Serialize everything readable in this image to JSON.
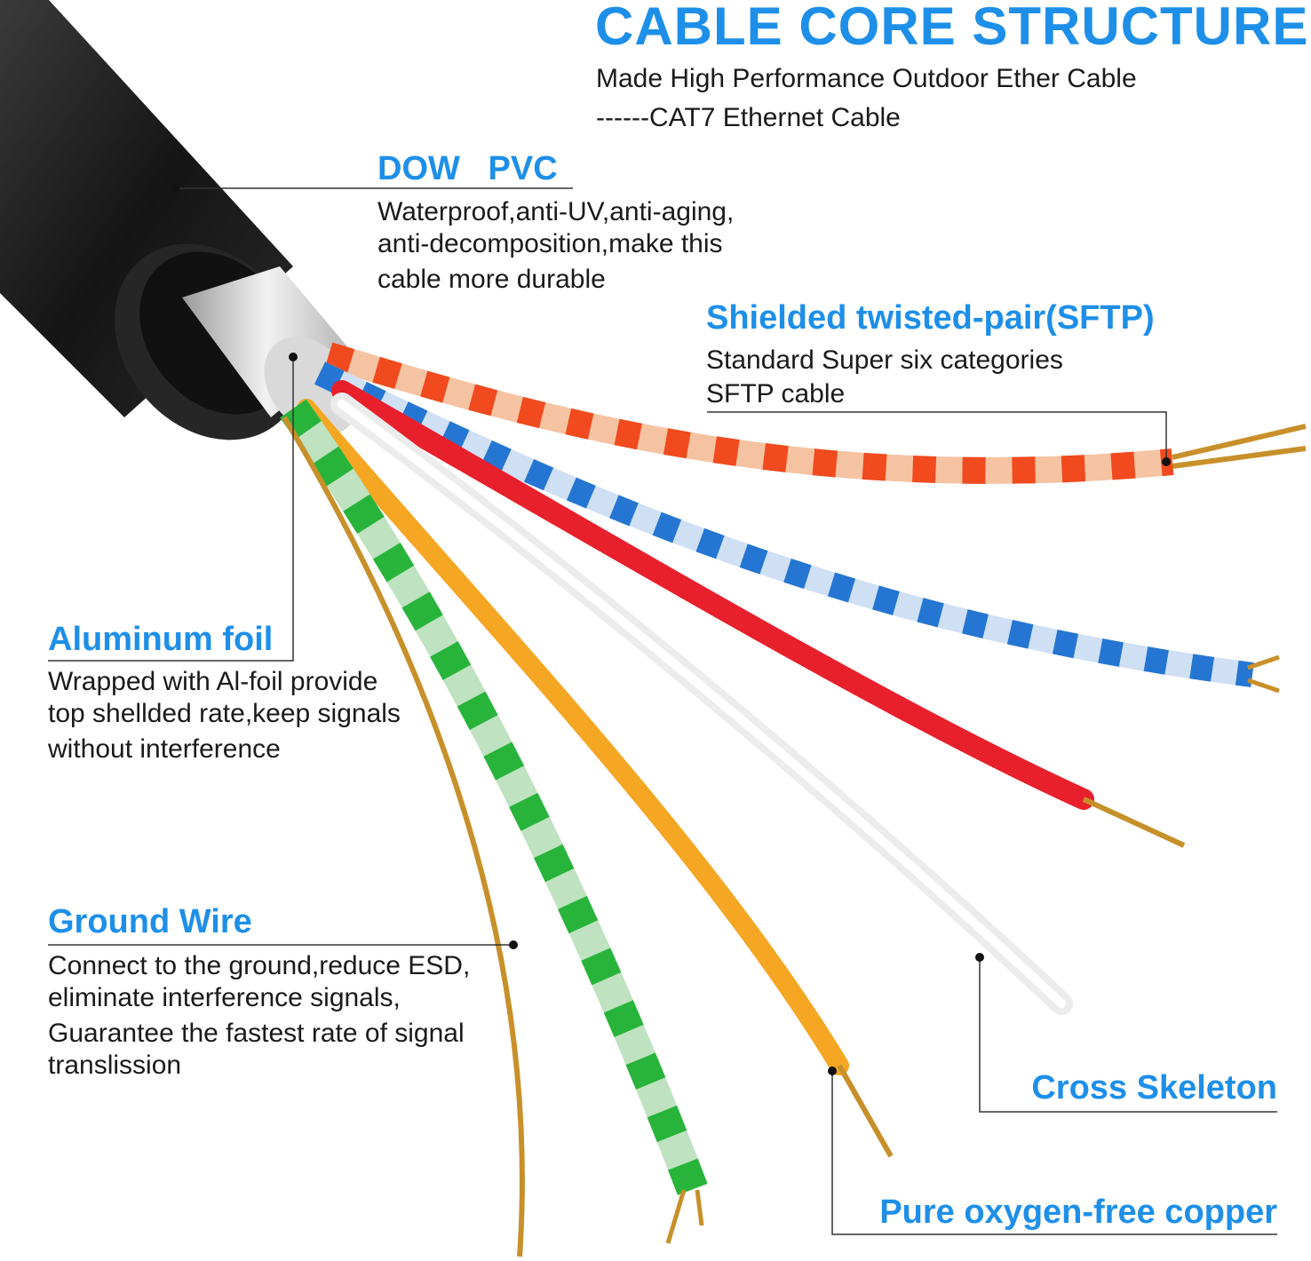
{
  "header": {
    "title": "CABLE CORE STRUCTURE",
    "subtitle_line1": "Made High Performance Outdoor Ether Cable",
    "subtitle_line2": "------CAT7 Ethernet Cable"
  },
  "callouts": {
    "pvc": {
      "heading": "DOW   PVC",
      "lines": [
        "Waterproof,anti-UV,anti-aging,",
        "anti-decomposition,make this",
        "cable more durable"
      ]
    },
    "sftp": {
      "heading": "Shielded twisted-pair(SFTP)",
      "lines": [
        "Standard Super six categories",
        "SFTP cable"
      ]
    },
    "foil": {
      "heading": "Aluminum foil",
      "lines": [
        "Wrapped with Al-foil provide",
        "top shellded rate,keep signals",
        "without interference"
      ]
    },
    "ground": {
      "heading": "Ground Wire",
      "lines": [
        "Connect to the ground,reduce ESD,",
        "eliminate interference signals,",
        "Guarantee the fastest rate of signal",
        "translission"
      ]
    },
    "skeleton": {
      "heading": "Cross Skeleton"
    },
    "copper": {
      "heading": "Pure oxygen-free copper"
    }
  },
  "colors": {
    "accent": "#1e8fe8",
    "text": "#1a1a1a",
    "jacket": "#1c1c1c",
    "orange_wire": "#f04a1e",
    "peach_wire": "#f6c3a2",
    "blue_wire": "#2576d2",
    "light_blue_wire": "#cfe0f5",
    "red_wire": "#e8202c",
    "white_wire": "#ececec",
    "yellow_wire": "#f5a623",
    "green_wire": "#28b43a",
    "light_green_wire": "#bfe2c0",
    "copper": "#c8902a"
  }
}
